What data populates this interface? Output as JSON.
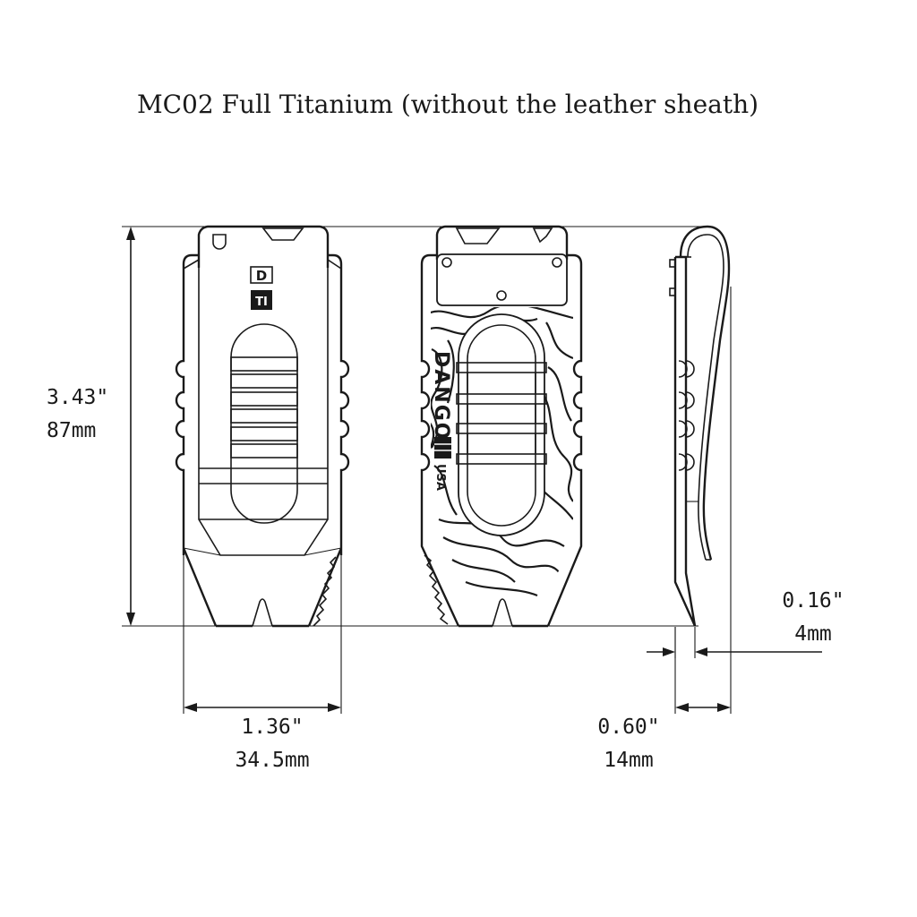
{
  "title": "MC02 Full Titanium (without the leather sheath)",
  "dimensions": {
    "height_in": "3.43\"",
    "height_mm": "87mm",
    "width_in": "1.36\"",
    "width_mm": "34.5mm",
    "depth_in": "0.60\"",
    "depth_mm": "14mm",
    "plate_in": "0.16\"",
    "plate_mm": "4mm"
  },
  "marks": {
    "logo_letter": "D",
    "logo_box": "TI",
    "brand_text": "DANGO",
    "origin_text": "USA"
  },
  "colors": {
    "line": "#1a1a1a",
    "background": "#ffffff"
  }
}
